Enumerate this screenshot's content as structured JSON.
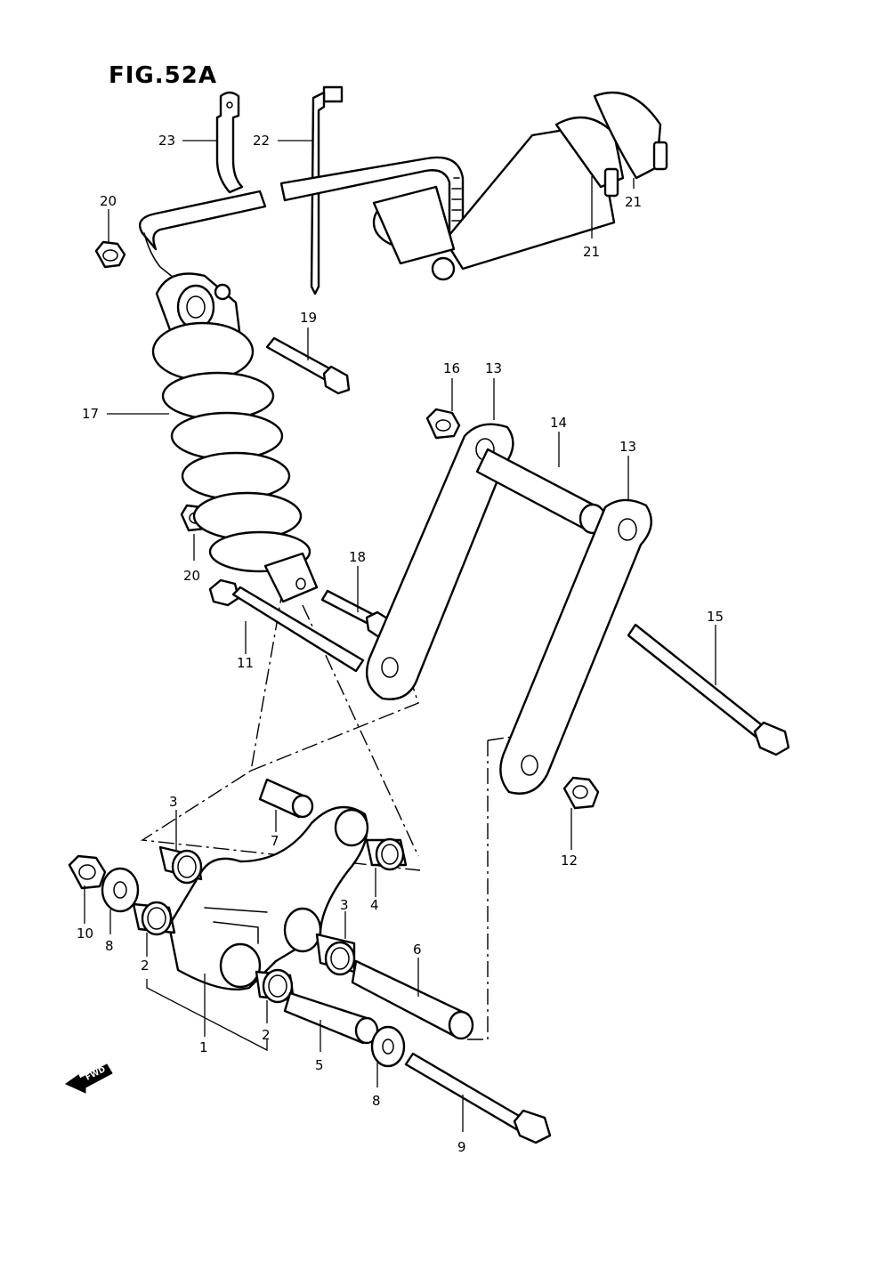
{
  "title": "FIG.52A",
  "fwd_label": "FWD",
  "callouts": {
    "c1": "1",
    "c2a": "2",
    "c2b": "2",
    "c3a": "3",
    "c3b": "3",
    "c4": "4",
    "c5": "5",
    "c6": "6",
    "c7": "7",
    "c8a": "8",
    "c8b": "8",
    "c9": "9",
    "c10": "10",
    "c11": "11",
    "c12": "12",
    "c13a": "13",
    "c13b": "13",
    "c14": "14",
    "c15": "15",
    "c16": "16",
    "c17": "17",
    "c18": "18",
    "c19": "19",
    "c20a": "20",
    "c20b": "20",
    "c21a": "21",
    "c21b": "21",
    "c22": "22",
    "c23": "23"
  }
}
